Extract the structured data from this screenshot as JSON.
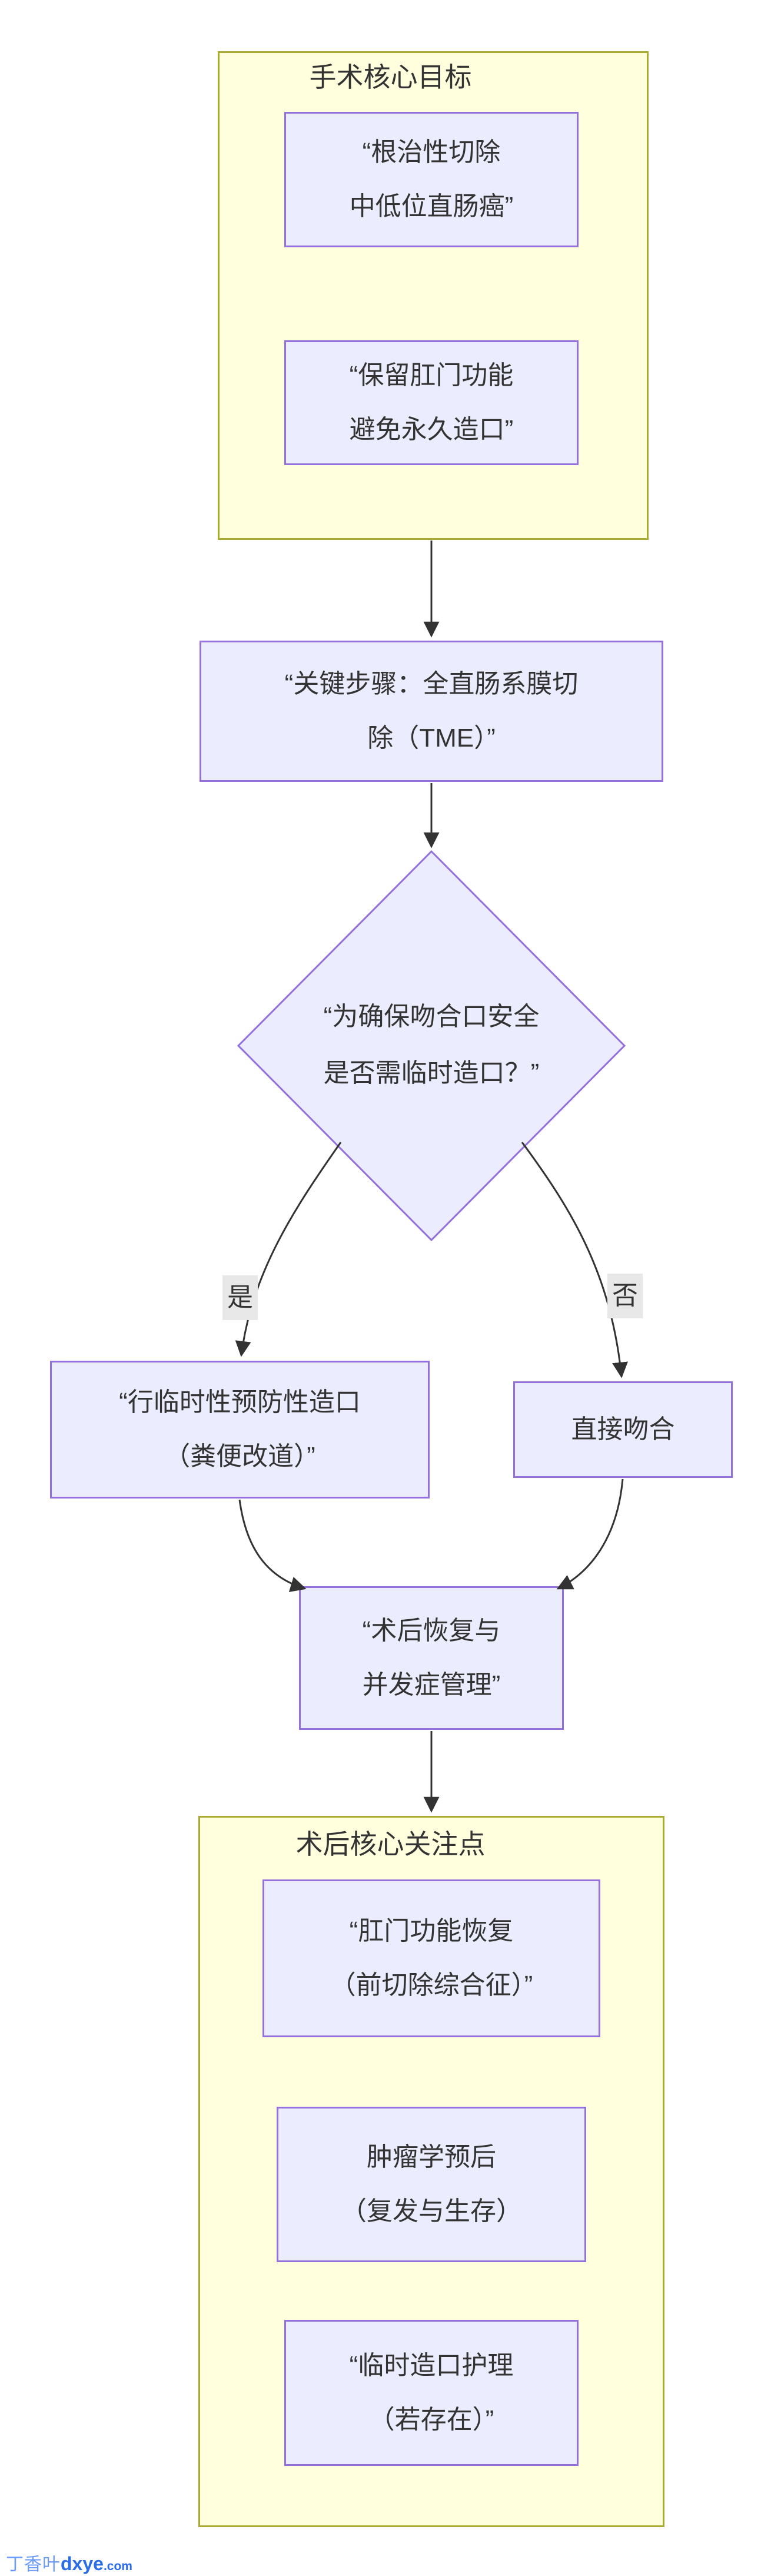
{
  "colors": {
    "node_fill": "#ececff",
    "node_border": "#9370db",
    "container_fill": "#ffffde",
    "container_border": "#aaaa33",
    "edge": "#333333",
    "text": "#333333",
    "edge_label_bg": "#e8e8e8",
    "watermark_blue": "#2b6de8",
    "watermark_light_blue": "#6b9bf8"
  },
  "top_container": {
    "title": "手术核心目标",
    "goal1": {
      "line1": "“根治性切除",
      "line2": "中低位直肠癌”"
    },
    "goal2": {
      "line1": "“保留肛门功能",
      "line2": "避免永久造口”"
    }
  },
  "tme_node": {
    "line1": "“关键步骤：全直肠系膜切",
    "line2": "除（TME）”"
  },
  "decision_node": {
    "line1": "“为确保吻合口安全",
    "line2": "是否需临时造口？”"
  },
  "branch_labels": {
    "yes": "是",
    "no": "否"
  },
  "yes_node": {
    "line1": "“行临时性预防性造口",
    "line2": "（粪便改道）”"
  },
  "no_node": {
    "label": "直接吻合"
  },
  "merge_node": {
    "line1": "“术后恢复与",
    "line2": "并发症管理”"
  },
  "bottom_container": {
    "title": "术后核心关注点",
    "item1": {
      "line1": "“肛门功能恢复",
      "line2": "（前切除综合征）”"
    },
    "item2": {
      "line1": "肿瘤学预后",
      "line2": "（复发与生存）"
    },
    "item3": {
      "line1": "“临时造口护理",
      "line2": "（若存在）”"
    }
  },
  "watermark": {
    "cjk": "丁香叶",
    "latin": "dxye",
    "tld": ".com"
  }
}
